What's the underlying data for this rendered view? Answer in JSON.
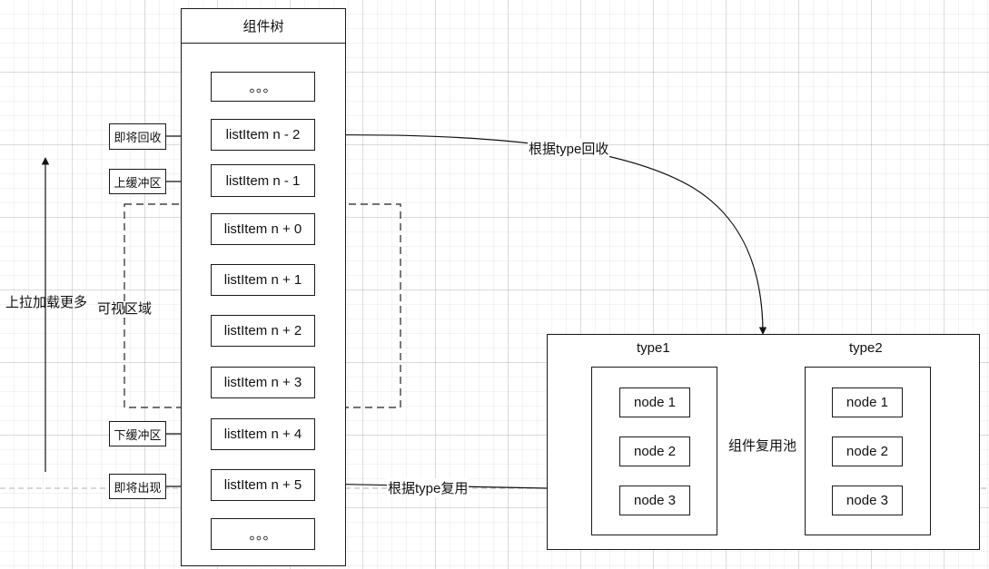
{
  "tree": {
    "title": "组件树",
    "items": [
      "。。。",
      "listItem n - 2",
      "listItem n - 1",
      "listItem n + 0",
      "listItem n + 1",
      "listItem n + 2",
      "listItem n + 3",
      "listItem n + 4",
      "listItem n + 5",
      "。。。"
    ]
  },
  "side_tags": {
    "recycle_soon": "即将回收",
    "upper_buffer": "上缓冲区",
    "lower_buffer": "下缓冲区",
    "appear_soon": "即将出现"
  },
  "visible_area_label": "可视区域",
  "scroll_label": "上拉加载更多",
  "pool": {
    "title": "组件复用池",
    "groups": [
      {
        "name": "type1",
        "nodes": [
          "node 1",
          "node 2",
          "node 3"
        ]
      },
      {
        "name": "type2",
        "nodes": [
          "node 1",
          "node 2",
          "node 3"
        ]
      }
    ]
  },
  "edges": {
    "recycle": "根据type回收",
    "reuse": "根据type复用"
  }
}
